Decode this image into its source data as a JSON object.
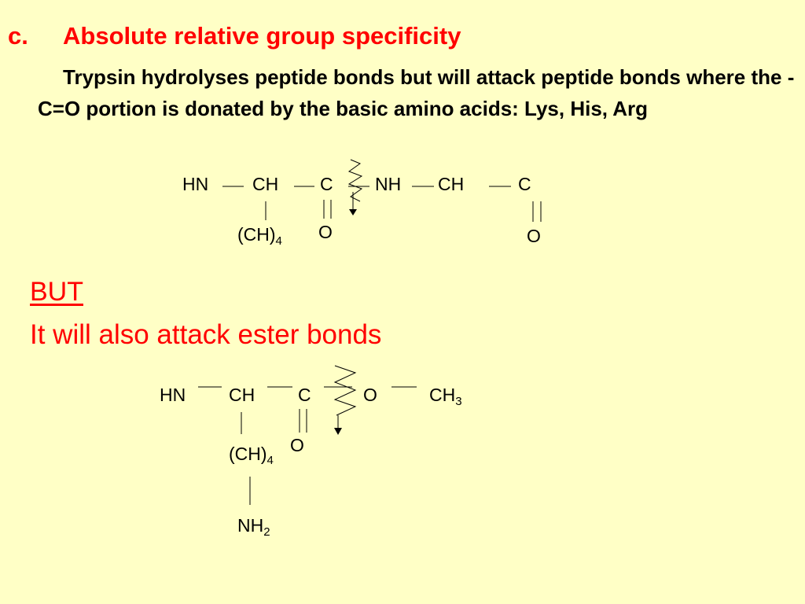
{
  "heading": {
    "label": "c.",
    "title": "Absolute relative group specificity"
  },
  "paragraph": "Trypsin hydrolyses peptide bonds but will  attack peptide bonds where the  -C=O portion is donated by the basic amino acids: Lys, His, Arg",
  "structure1": {
    "hn": "HN",
    "ch": "CH",
    "c": "C",
    "nh": "NH",
    "ch2": "CH",
    "c2": "C",
    "ch_sub": "(CH)",
    "ch_sub_n": "4",
    "o1": "O",
    "o2": "O"
  },
  "but": {
    "label": "BUT",
    "text": "It will also attack ester bonds"
  },
  "structure2": {
    "hn": "HN",
    "ch": "CH",
    "c": "C",
    "o_ester": "O",
    "ch3": "CH",
    "ch3_n": "3",
    "o_carbonyl": "O",
    "ch_sub": "(CH)",
    "ch_sub_n": "4",
    "nh2": "NH",
    "nh2_n": "2"
  }
}
